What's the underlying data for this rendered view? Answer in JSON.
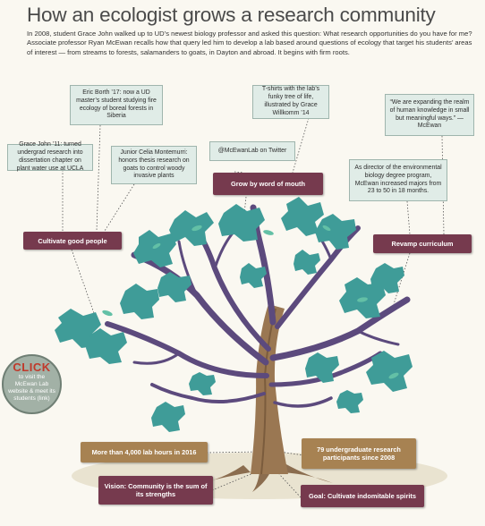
{
  "title": "How an ecologist grows a research community",
  "intro": "In 2008, student Grace John walked up to UD’s newest biology professor and asked this question: What research opportunities do you have for me? Associate professor Ryan McEwan recalls how that query led him to develop a lab based around questions of ecology that target his students’ areas of interest — from streams to forests, salamanders to goats, in Dayton and abroad. It begins with firm roots.",
  "boxes": {
    "grace": "Grace John ’11: turned undergrad research into dissertation chapter on plant water use at UCLA",
    "eric": "Eric Borth ’17: now a UD master’s student studying fire ecology of boreal forests in Siberia",
    "celia": "Junior Celia Montemurri: honors thesis research on goats to control woody invasive plants",
    "tshirt": "T-shirts with the lab’s funky tree of life, illustrated by Grace Willkomm ’14",
    "twitter": "@McEwanLab on Twitter",
    "quote": "“We are expanding the realm of human knowledge in small but meaningful ways.” —McEwan",
    "director": "As director of the environmental biology degree program, McEwan increased majors from 23 to 50 in 18 months."
  },
  "labels": {
    "cultivate": "Cultivate good people",
    "word": "Grow by word of mouth",
    "revamp": "Revamp curriculum",
    "hours": "More than 4,000 lab hours in 2016",
    "participants": "79 undergraduate research participants since 2008",
    "vision": "Vision: Community is the sum of its strengths",
    "goal": "Goal: Cultivate indomitable spirits"
  },
  "click": {
    "title": "CLICK",
    "text": "to visit the McEwan Lab website & meet its students (link)"
  },
  "colors": {
    "plum": "#763a4e",
    "tan": "#a78252",
    "foliage": "#3f9c98",
    "branch": "#5c4a7d",
    "box": "#e0ece7"
  }
}
